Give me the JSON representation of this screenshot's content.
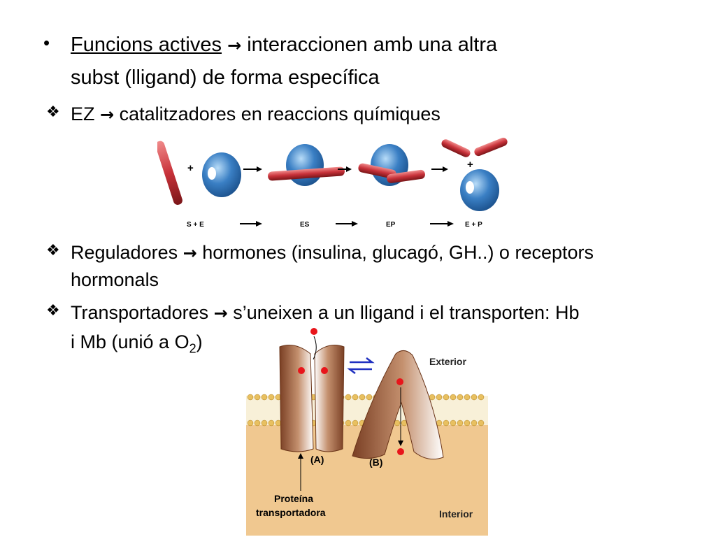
{
  "slide": {
    "b1_underlined": "Funcions actives",
    "b1_arrow": "→",
    "b1_rest_line1": " interaccionen amb una altra",
    "b1_line2": "subst (lligand) de forma específica",
    "bullet_dot": "•",
    "diamond": "❖",
    "ez_label": "EZ",
    "ez_arrow": "→",
    "ez_text": " catalitzadores en reaccions químiques",
    "reg_label": "Reguladores",
    "reg_arrow": "→",
    "reg_text_line1": " hormones (insulina, glucagó, GH..) o receptors",
    "reg_text_line2": "hormonals",
    "trans_label": "Transportadores",
    "trans_arrow": "→",
    "trans_text_line1": " s’uneixen a un lligand i el transporten: Hb",
    "trans_line2_a": "i Mb (unió a O",
    "trans_line2_sub": "2",
    "trans_line2_b": ")"
  },
  "enzyme_figure": {
    "plus_1": "+",
    "plus_2": "+",
    "label_s_e": "S + E",
    "label_es": "ES",
    "label_ep": "EP",
    "label_e_p": "E + P",
    "colors": {
      "enzyme": "#3a7fc4",
      "substrate": "#c8323a"
    }
  },
  "transport_figure": {
    "exterior": "Exterior",
    "interior": "Interior",
    "label_a": "(A)",
    "label_b": "(B)",
    "protein_line1": "Proteína",
    "protein_line2": "transportadora",
    "colors": {
      "cytoplasm": "#f0c890",
      "protein": "#8b4a2e",
      "ligand": "#e8151b",
      "equilibrium_arrow": "#2030c0"
    }
  }
}
